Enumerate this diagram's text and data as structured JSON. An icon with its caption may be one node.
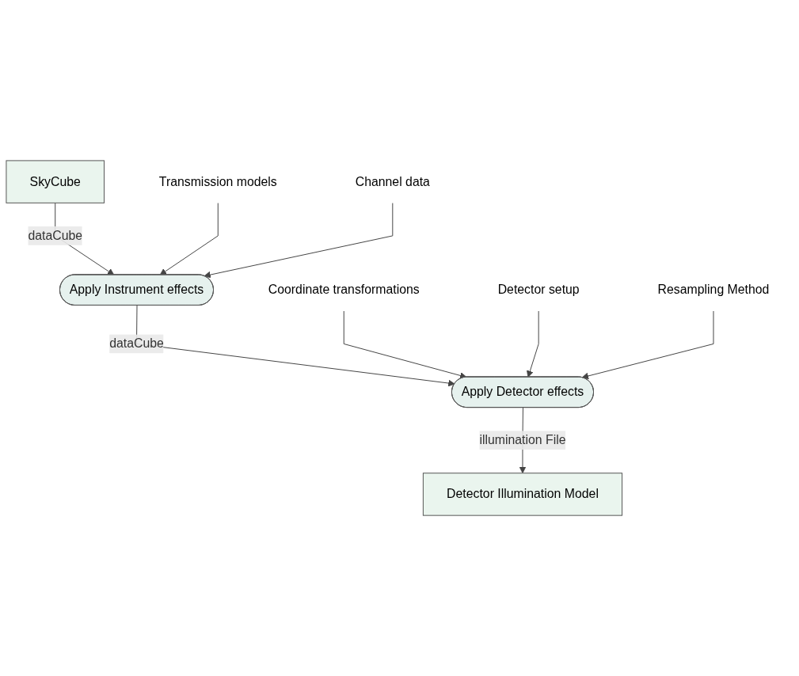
{
  "diagram": {
    "nodes": [
      {
        "text": [
          "SkyCube"
        ]
      },
      {
        "text": [
          "Apply Instrument effects"
        ]
      },
      {
        "text": [
          "Transmission models"
        ]
      },
      {
        "text": [
          "Channel data"
        ]
      },
      {
        "text": [
          "Apply Detector effects"
        ]
      },
      {
        "text": [
          "Coordinate transformations"
        ]
      },
      {
        "text": [
          "Detector setup"
        ]
      },
      {
        "text": [
          "Resampling Method"
        ]
      },
      {
        "text": [
          "Detector Illumination Model"
        ]
      }
    ],
    "edges": [
      {
        "from": 0,
        "to": 1,
        "arrow": "to",
        "label": "dataCube"
      },
      {
        "from": 2,
        "to": 1,
        "arrow": "to"
      },
      {
        "from": 3,
        "to": 1,
        "arrow": "to"
      },
      {
        "from": 1,
        "to": 4,
        "arrow": "to",
        "label": "dataCube"
      },
      {
        "from": 5,
        "to": 4,
        "arrow": "to"
      },
      {
        "from": 6,
        "to": 4,
        "arrow": "to"
      },
      {
        "from": 7,
        "to": 4,
        "arrow": "to"
      },
      {
        "from": 4,
        "to": 8,
        "arrow": "to",
        "label": "illumination File"
      }
    ]
  }
}
